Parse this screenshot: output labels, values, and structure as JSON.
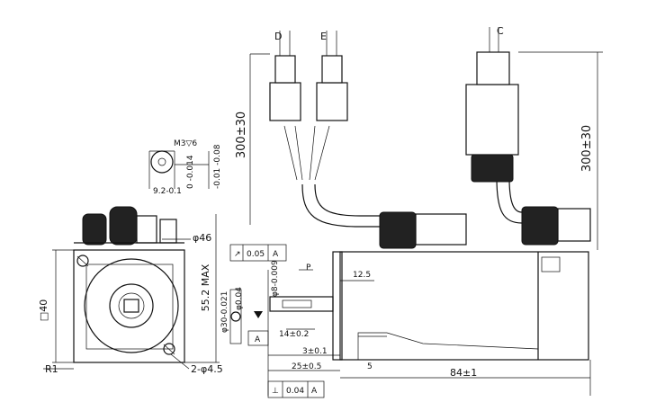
{
  "labels": {
    "connector_d": "D",
    "connector_e": "E",
    "connector_c": "C",
    "cable_len_left": "300±30",
    "cable_len_right": "300±30",
    "thread": "M3▽6",
    "keyway_width": "9.2-0.1",
    "key_tol": "0 -0.014",
    "key_tol2": "-0.01 -0.08",
    "pcd": "φ46",
    "square": "□40",
    "max_height": "55.2 MAX",
    "flat_tol": "φ0.04",
    "shaft_dia": "φ30-0.021",
    "shaft_small": "φ8-0.009",
    "p_label": "P",
    "runout_tol": "0.05",
    "ref_a": "A",
    "ref_a2": "A",
    "dim_125": "12.5",
    "dim_14": "14±0.2",
    "dim_3": "3±0.1",
    "dim_25": "25±0.5",
    "dim_5": "5",
    "dim_84": "84±1",
    "radius": "R1",
    "holes": "2-φ4.5",
    "perp_tol": "0.04",
    "perp_ref": "A"
  },
  "colors": {
    "ink": "#111111",
    "background": "#ffffff"
  }
}
